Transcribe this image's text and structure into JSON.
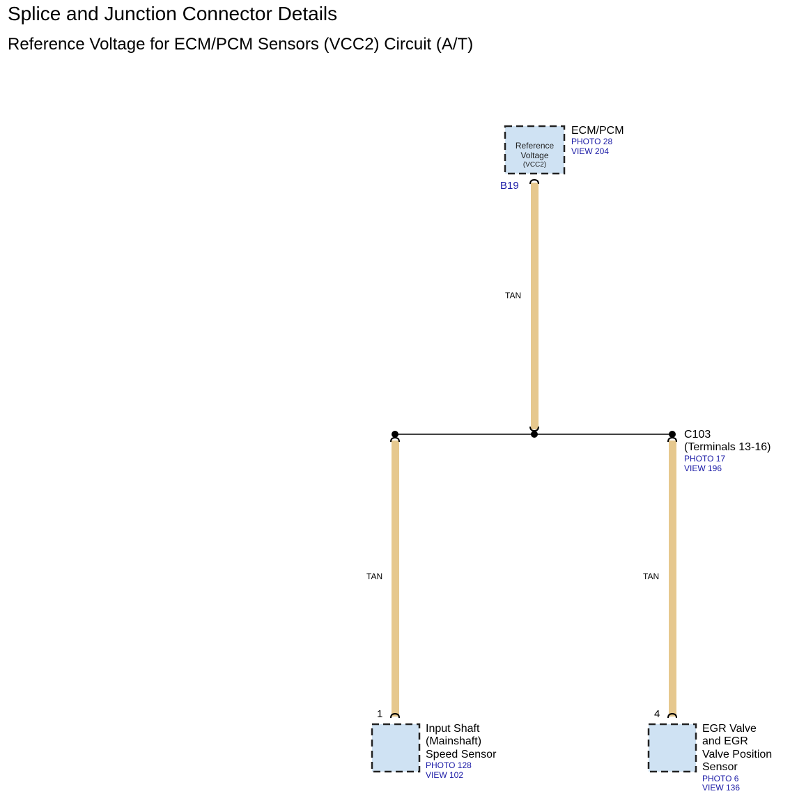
{
  "header": {
    "title": "Splice and Junction Connector Details",
    "subtitle": "Reference Voltage for ECM/PCM Sensors (VCC2) Circuit (A/T)"
  },
  "ecm": {
    "name": "ECM/PCM",
    "photo": "PHOTO 28",
    "view": "VIEW 204",
    "box_line1": "Reference",
    "box_line2": "Voltage",
    "box_line3": "(VCC2)",
    "pin": "B19"
  },
  "c103": {
    "name": "C103",
    "terminals": "(Terminals 13-16)",
    "photo": "PHOTO 17",
    "view": "VIEW 196"
  },
  "input_sensor": {
    "line1": "Input Shaft",
    "line2": "(Mainshaft)",
    "line3": "Speed Sensor",
    "photo": "PHOTO 128",
    "view": "VIEW 102",
    "pin": "1"
  },
  "egr_sensor": {
    "line1": "EGR Valve",
    "line2": "and EGR",
    "line3": "Valve Position",
    "line4": "Sensor",
    "photo": "PHOTO 6",
    "view": "VIEW 136",
    "pin": "4"
  },
  "wires": {
    "top": "TAN",
    "left": "TAN",
    "right": "TAN"
  },
  "colors": {
    "wire_tan": "#e6c88e",
    "box_fill": "#cfe2f3",
    "ref_blue": "#1a1aa6"
  }
}
